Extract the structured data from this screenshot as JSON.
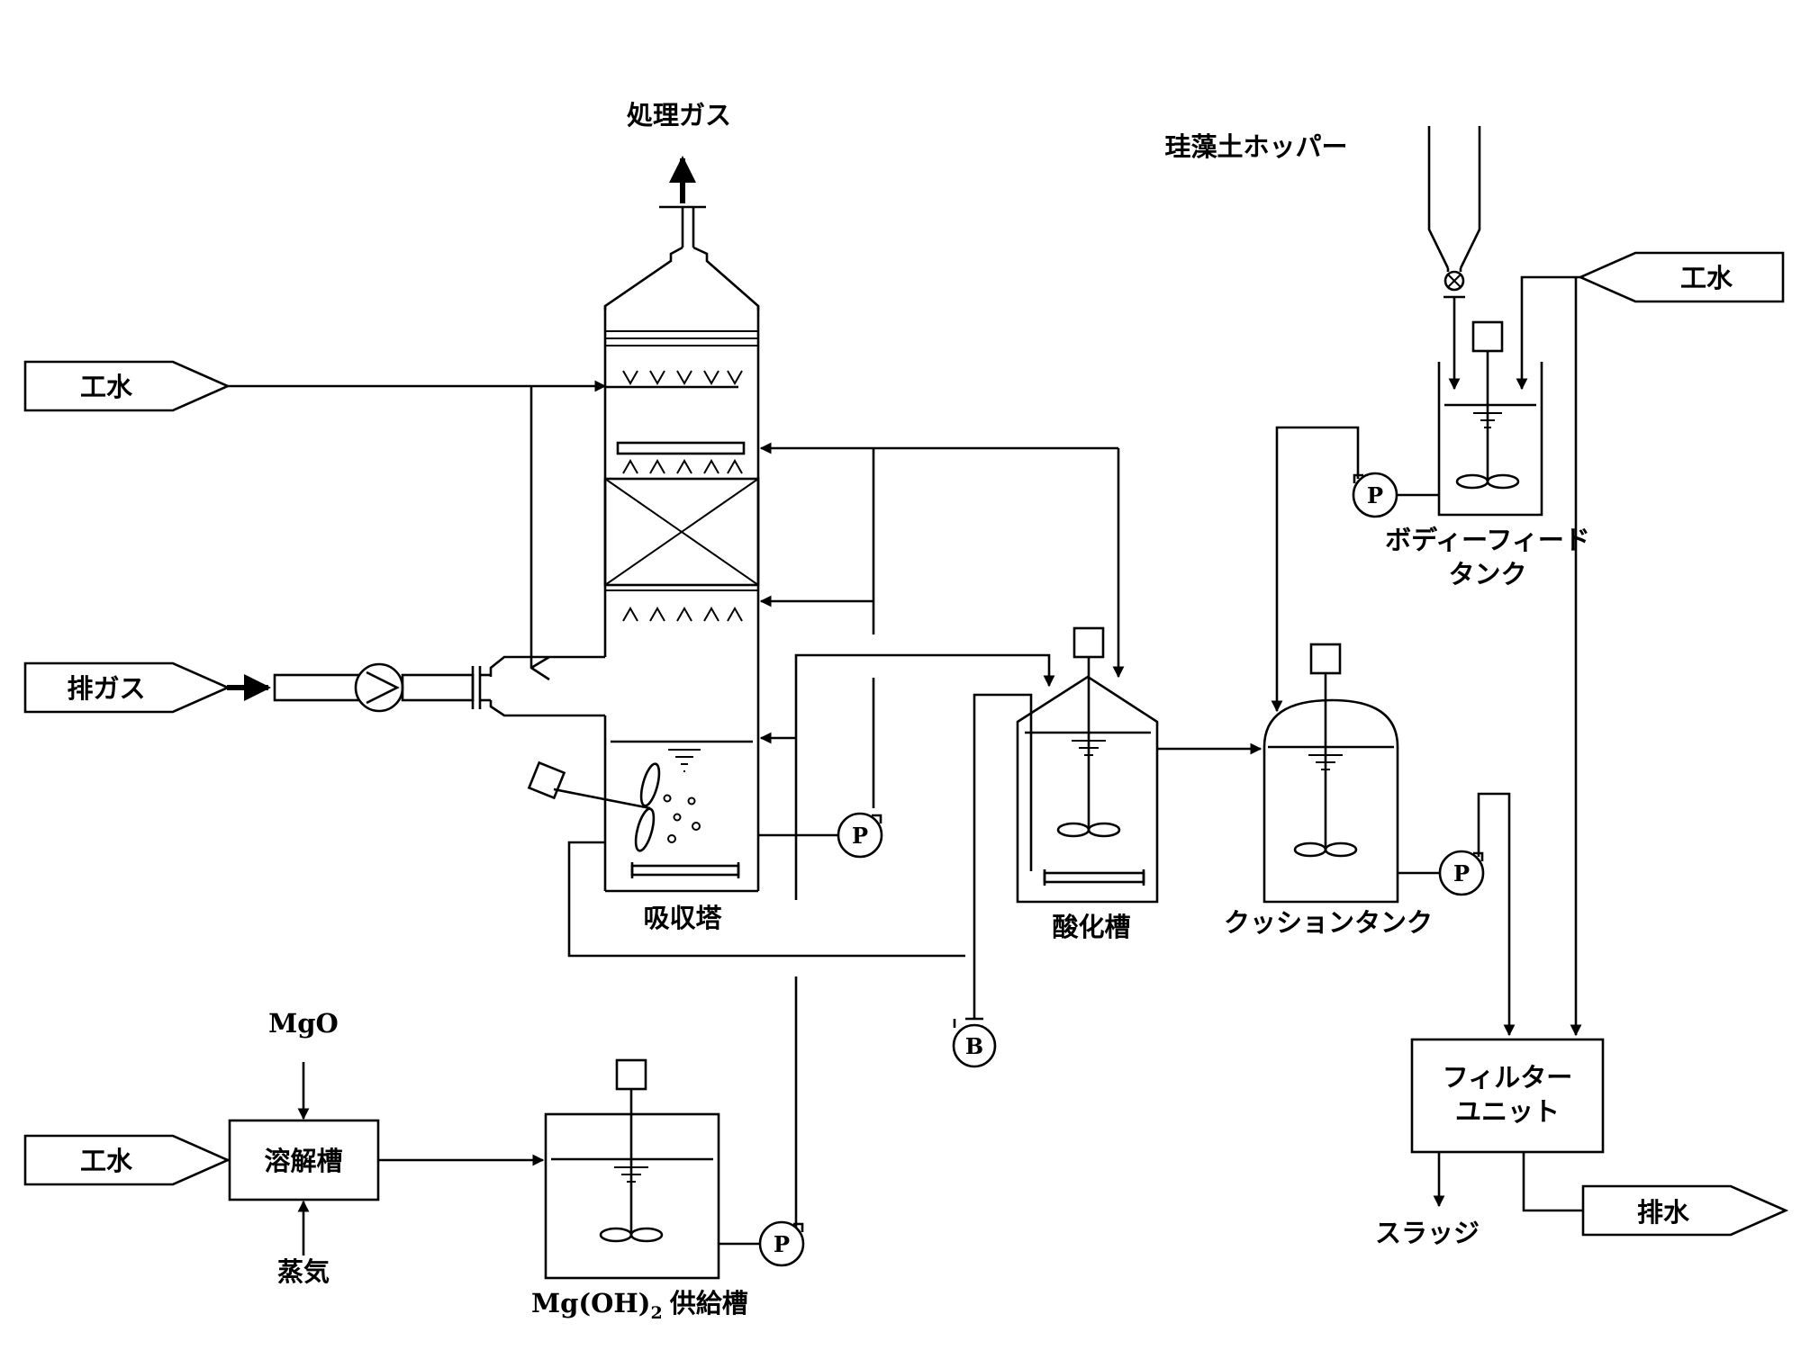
{
  "labels": {
    "treated_gas": "処理ガス",
    "absorber": "吸収塔",
    "oxidation_tank": "酸化槽",
    "cushion_tank": "クッションタンク",
    "diatomite_hopper": "珪藻土ホッパー",
    "body_feed_tank_line1": "ボディーフィード",
    "body_feed_tank_line2": "タンク",
    "filter_unit_line1": "フィルター",
    "filter_unit_line2": "ユニット",
    "sludge": "スラッジ",
    "dissolution_tank": "溶解槽",
    "mgo": "MgO",
    "steam": "蒸気",
    "mgoh2_prefix": "Mg(OH)",
    "mgoh2_sub": "2",
    "mgoh2_suffix": "供給槽"
  },
  "inlets": {
    "industrial_water_top_left": "工水",
    "exhaust_gas": "排ガス",
    "industrial_water_bottom_left": "工水",
    "industrial_water_right": "工水",
    "wastewater": "排水"
  },
  "equipment": {
    "pump": "P",
    "blower": "B"
  }
}
